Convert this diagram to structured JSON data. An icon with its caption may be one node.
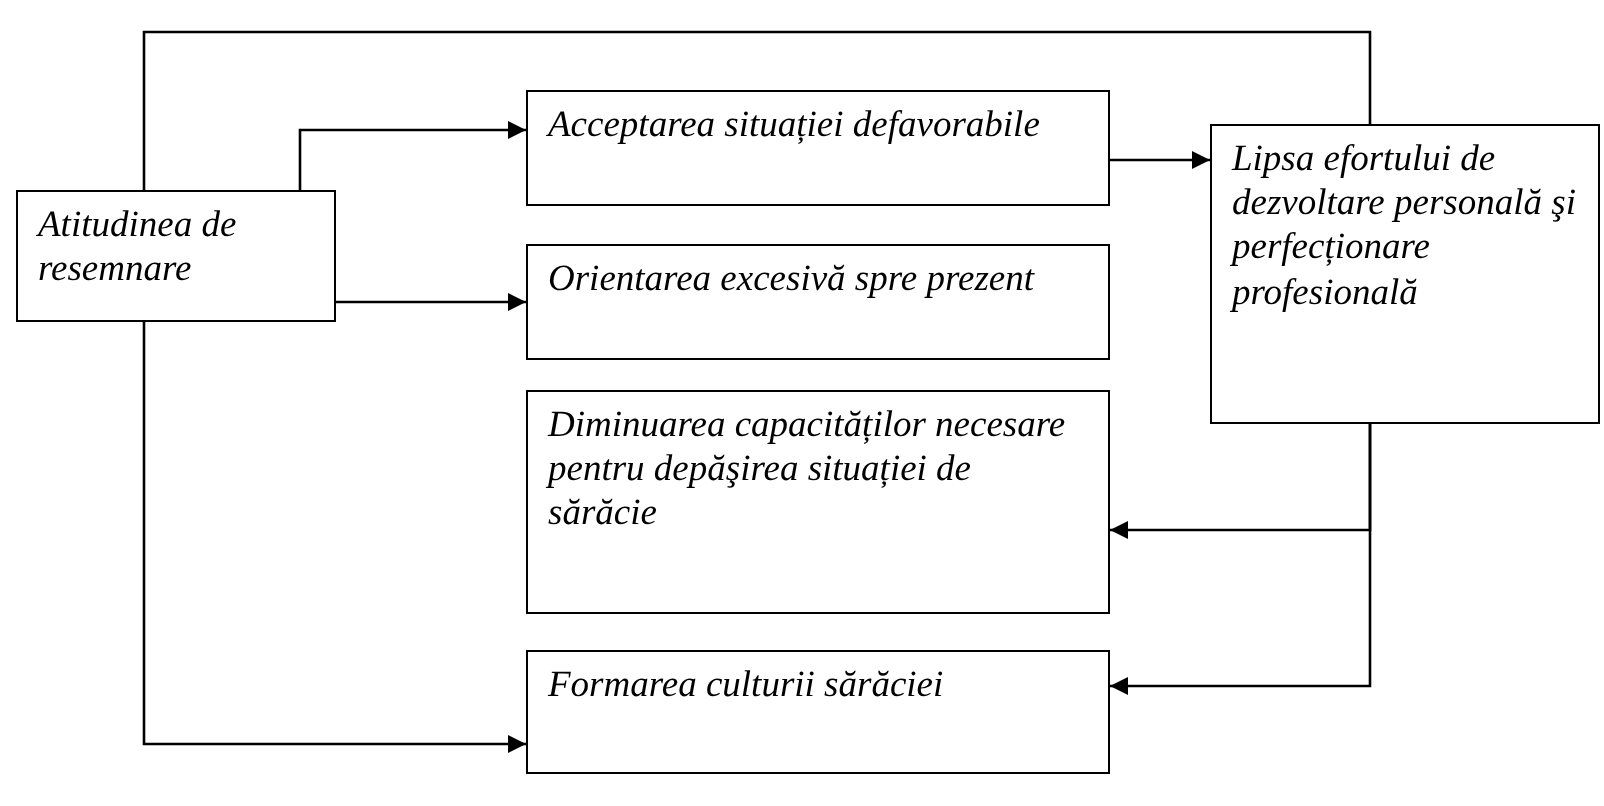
{
  "diagram": {
    "nodes": [
      {
        "text": [
          "Atitudinea de resemnare"
        ]
      },
      {
        "text": [
          "Acceptarea situației defavorabile"
        ]
      },
      {
        "text": [
          "Lipsa efortului de dezvoltare personală şi perfecționare profesională"
        ]
      },
      {
        "text": [
          "Orientarea excesivă spre prezent"
        ]
      },
      {
        "text": [
          "Diminuarea capacităților necesare pentru depăşirea situației de sărăcie"
        ]
      },
      {
        "text": [
          "Formarea culturii sărăciei"
        ]
      }
    ],
    "edges": [
      {
        "from": 0,
        "to": 2,
        "arrow": "none"
      },
      {
        "from": 0,
        "to": 1,
        "arrow": "to"
      },
      {
        "from": 1,
        "to": 2,
        "arrow": "to"
      },
      {
        "from": 0,
        "to": 3,
        "arrow": "to"
      },
      {
        "from": 2,
        "to": 4,
        "arrow": "to"
      },
      {
        "from": 2,
        "to": 5,
        "arrow": "to"
      },
      {
        "from": 0,
        "to": 5,
        "arrow": "to"
      }
    ]
  }
}
